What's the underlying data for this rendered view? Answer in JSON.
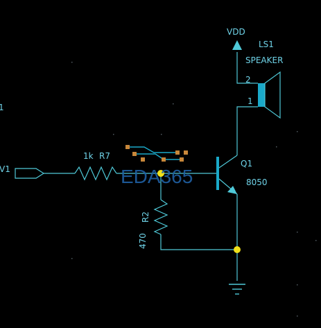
{
  "colors": {
    "background": "#000000",
    "wire": "#4fc9d8",
    "label": "#6fd3e8",
    "component_fill": "#1aa9c9",
    "junction": "#f0e01a",
    "watermark": "#1f5fa3",
    "pad_copper": "#c8873a",
    "grid_dot": "#505a60"
  },
  "labels": {
    "vdd": "VDD",
    "speaker_ref": "LS1",
    "speaker_value": "SPEAKER",
    "speaker_pin2": "2",
    "speaker_pin1": "1",
    "transistor_ref": "Q1",
    "transistor_value": "8050",
    "resistor_r7_value": "1k",
    "resistor_r7_ref": "R7",
    "resistor_r2_ref": "R2",
    "resistor_r2_value": "470",
    "net_left": "V1",
    "left_edge_pin": "1",
    "watermark": "EDA365"
  }
}
